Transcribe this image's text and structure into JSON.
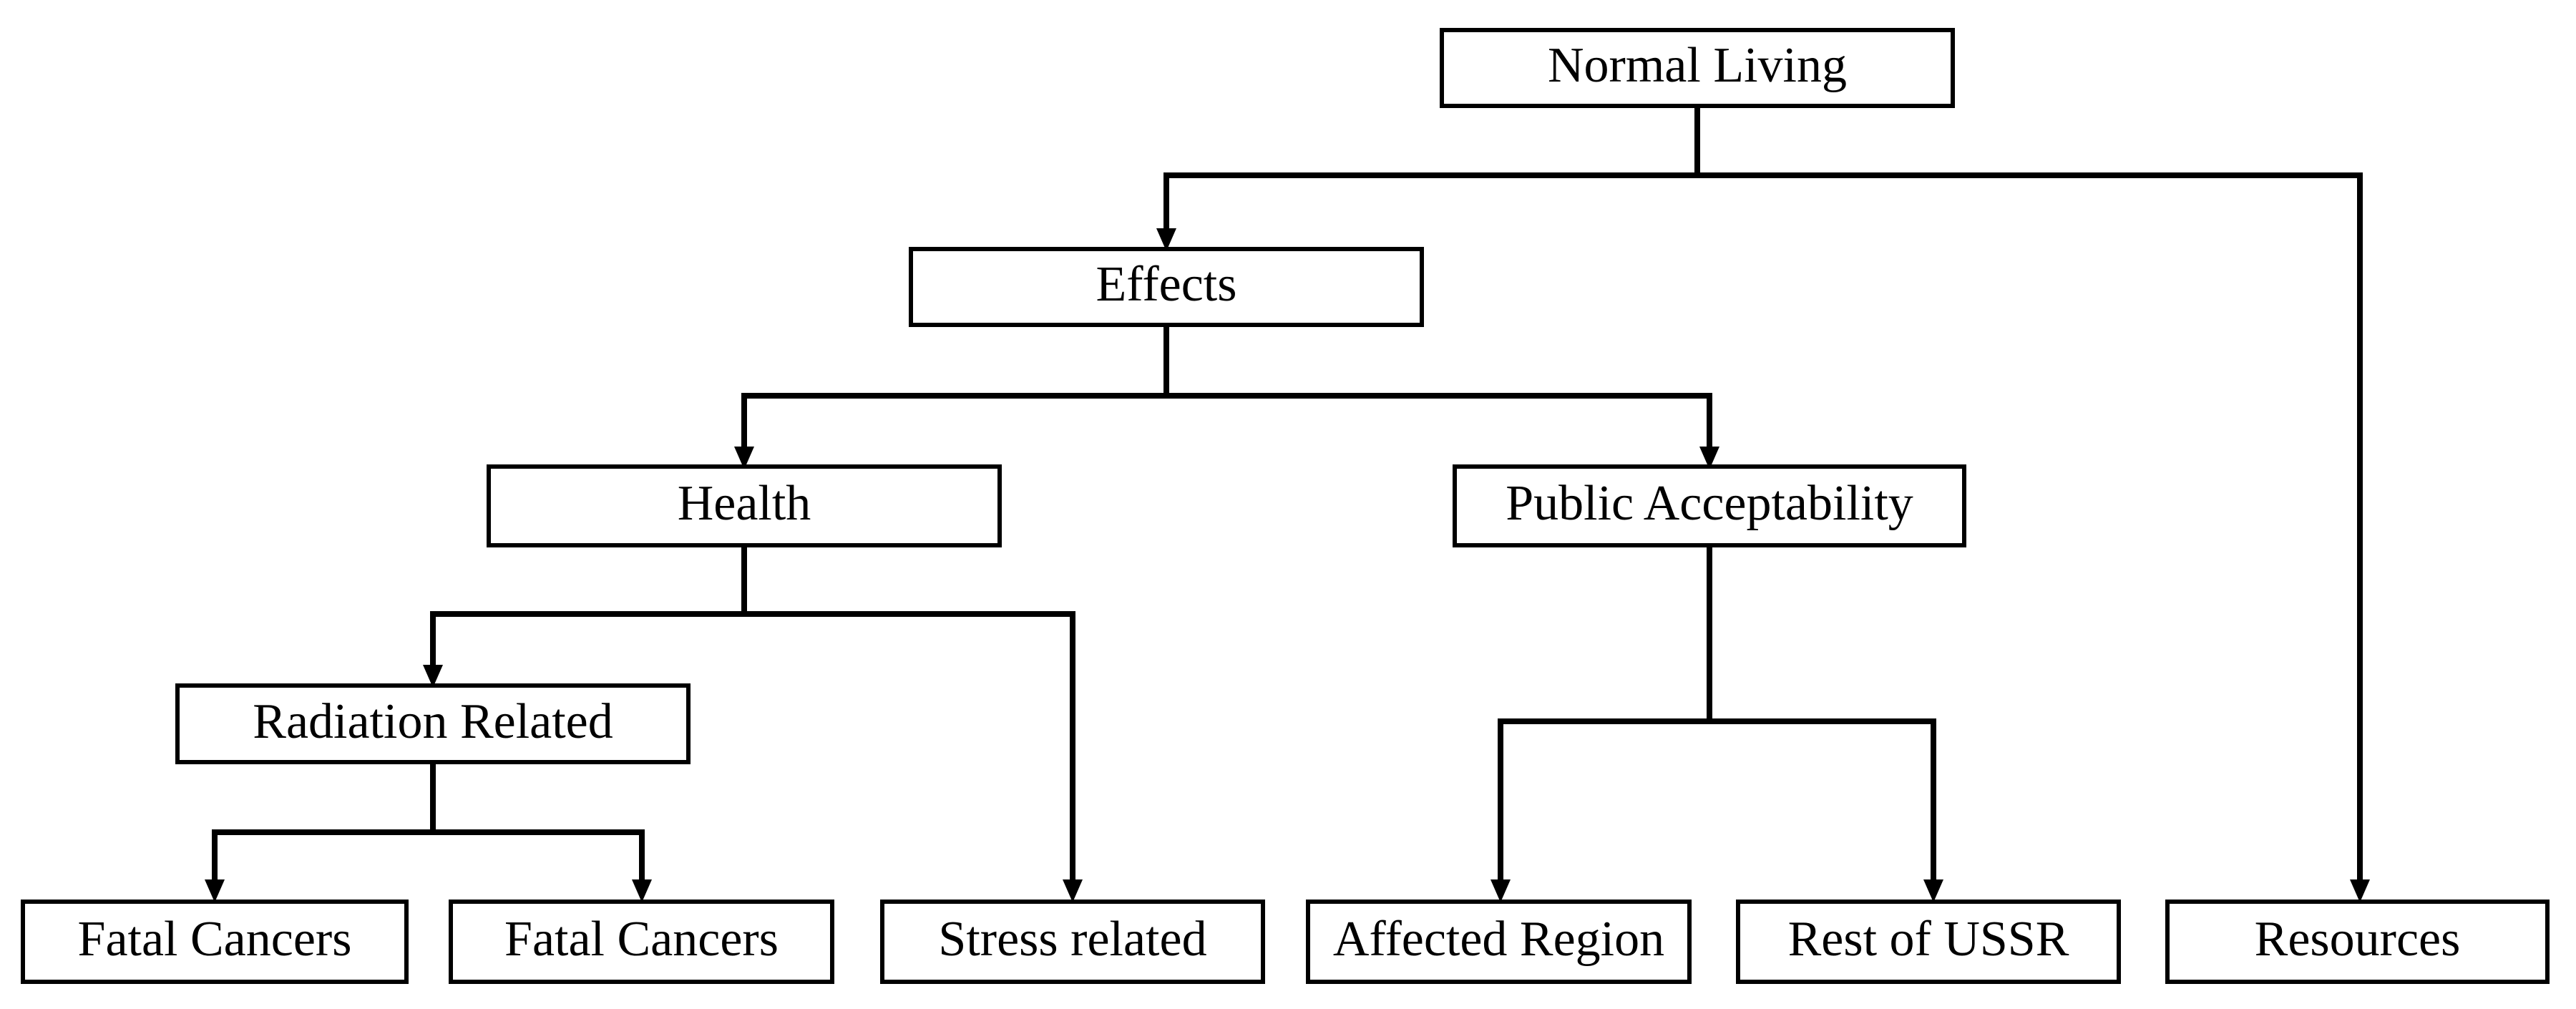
{
  "diagram": {
    "background": "#ffffff",
    "line_color": "#000000",
    "box_border_color": "#000000",
    "box_fill_color": "#ffffff",
    "text_color": "#000000",
    "nodes": {
      "normal_living": {
        "label": "Normal Living"
      },
      "effects": {
        "label": "Effects"
      },
      "health": {
        "label": "Health"
      },
      "public_acceptability": {
        "label": "Public Acceptability"
      },
      "radiation_related": {
        "label": "Radiation Related"
      },
      "fatal_cancers_left": {
        "label": "Fatal Cancers"
      },
      "fatal_cancers_right": {
        "label": "Fatal Cancers"
      },
      "stress_related": {
        "label": "Stress related"
      },
      "affected_region": {
        "label": "Affected Region"
      },
      "rest_of_ussr": {
        "label": "Rest of USSR"
      },
      "resources": {
        "label": "Resources"
      }
    },
    "edges": [
      {
        "from": "Normal Living",
        "to": "Effects"
      },
      {
        "from": "Normal Living",
        "to": "Resources"
      },
      {
        "from": "Effects",
        "to": "Health"
      },
      {
        "from": "Effects",
        "to": "Public Acceptability"
      },
      {
        "from": "Health",
        "to": "Radiation Related"
      },
      {
        "from": "Health",
        "to": "Stress related"
      },
      {
        "from": "Radiation Related",
        "to": "Fatal Cancers (left)"
      },
      {
        "from": "Radiation Related",
        "to": "Fatal Cancers (right)"
      },
      {
        "from": "Public Acceptability",
        "to": "Affected Region"
      },
      {
        "from": "Public Acceptability",
        "to": "Rest of USSR"
      }
    ]
  }
}
